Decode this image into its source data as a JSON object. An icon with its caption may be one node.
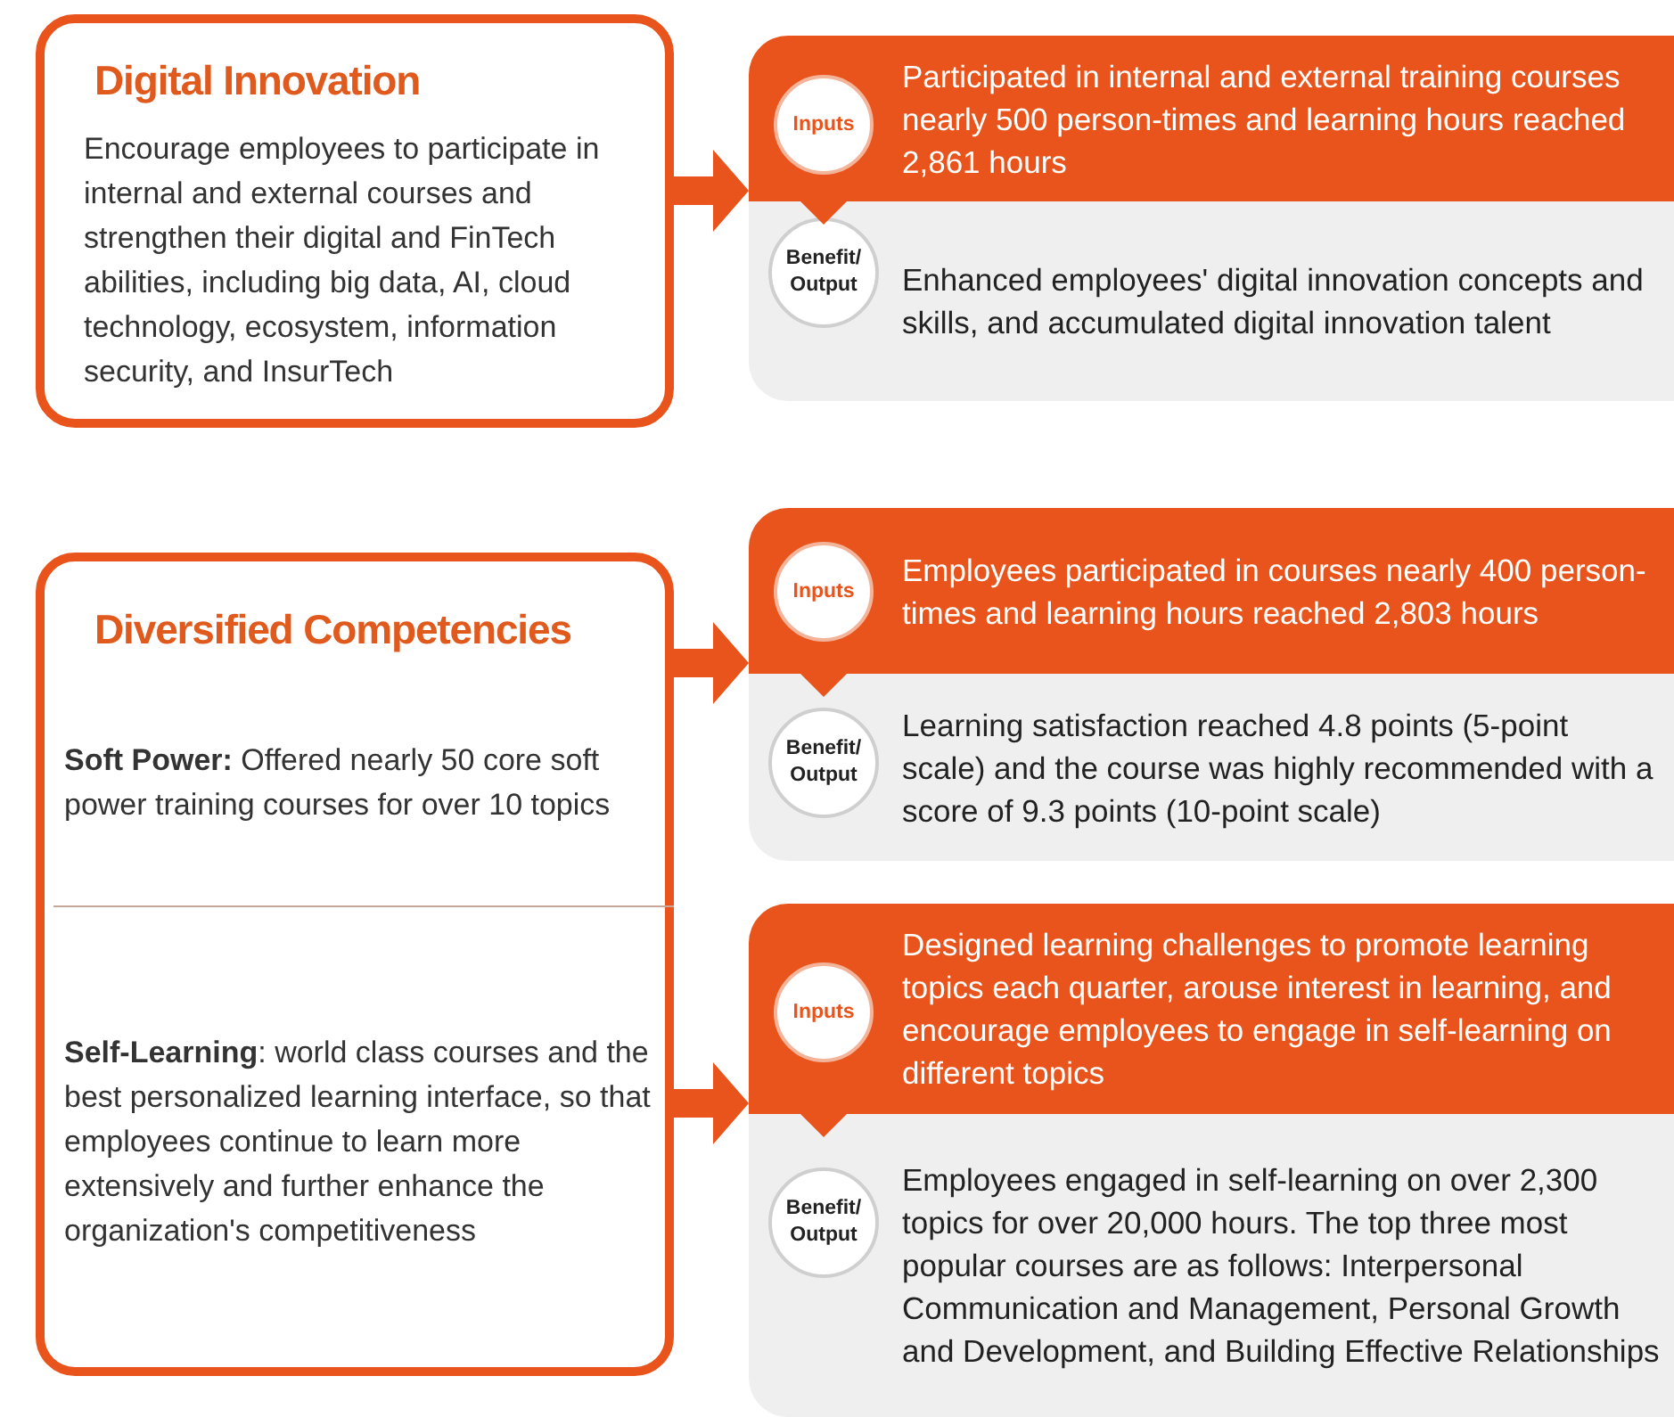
{
  "diagram": {
    "nodes": [
      {
        "text": [
          "Digital Innovation",
          "Encourage employees to participate in internal and external courses and strengthen their digital and FinTech abilities, including big data, AI, cloud technology, ecosystem, information security, and InsurTech"
        ]
      },
      {
        "text": [
          "Participated in internal and external training courses nearly 500 person-times and learning hours reached 2,861 hours"
        ]
      },
      {
        "text": [
          "Inputs"
        ],
        "in": 1
      },
      {
        "text": [
          "Enhanced employees' digital innovation concepts and skills, and accumulated digital innovation talent"
        ]
      },
      {
        "text": [
          "Benefit/ Output"
        ],
        "in": 3
      },
      {
        "text": [
          "Diversified Competencies"
        ]
      },
      {
        "text": [
          "**Soft Power:** Offered nearly 50 core soft power training courses for over 10 topics"
        ],
        "in": 5
      },
      {
        "text": [
          "**Self-Learning**: world class courses and the best personalized learning interface, so that employees continue to learn more extensively and further enhance the organization's competitiveness"
        ],
        "in": 5
      },
      {
        "text": [
          "Employees participated in courses nearly 400 person-times and learning hours reached 2,803 hours"
        ]
      },
      {
        "text": [
          "Inputs"
        ],
        "in": 8
      },
      {
        "text": [
          "Learning satisfaction reached 4.8 points (5-point scale) and the course was highly recommended with a score of 9.3 points (10-point scale)"
        ]
      },
      {
        "text": [
          "Benefit/ Output"
        ],
        "in": 10
      },
      {
        "text": [
          "Designed learning challenges to promote learning topics each quarter, arouse interest in learning, and encourage employees to engage in self-learning on different topics"
        ]
      },
      {
        "text": [
          "Inputs"
        ],
        "in": 12
      },
      {
        "text": [
          "Employees engaged in self-learning on over 2,300 topics for over 20,000 hours. The top three most popular courses are as follows: Interpersonal Communication and Management, Personal Growth and Development, and Building Effective Relationships"
        ]
      },
      {
        "text": [
          "Benefit/ Output"
        ],
        "in": 14
      }
    ],
    "edges": [
      {
        "from": 0,
        "to": 1,
        "arrow": "to",
        "style": "thick"
      },
      {
        "from": 1,
        "to": 3,
        "arrow": "to"
      },
      {
        "from": 6,
        "to": 8,
        "arrow": "to",
        "style": "thick"
      },
      {
        "from": 8,
        "to": 10,
        "arrow": "to"
      },
      {
        "from": 7,
        "to": 12,
        "arrow": "to",
        "style": "thick"
      },
      {
        "from": 12,
        "to": 14,
        "arrow": "to"
      }
    ]
  }
}
